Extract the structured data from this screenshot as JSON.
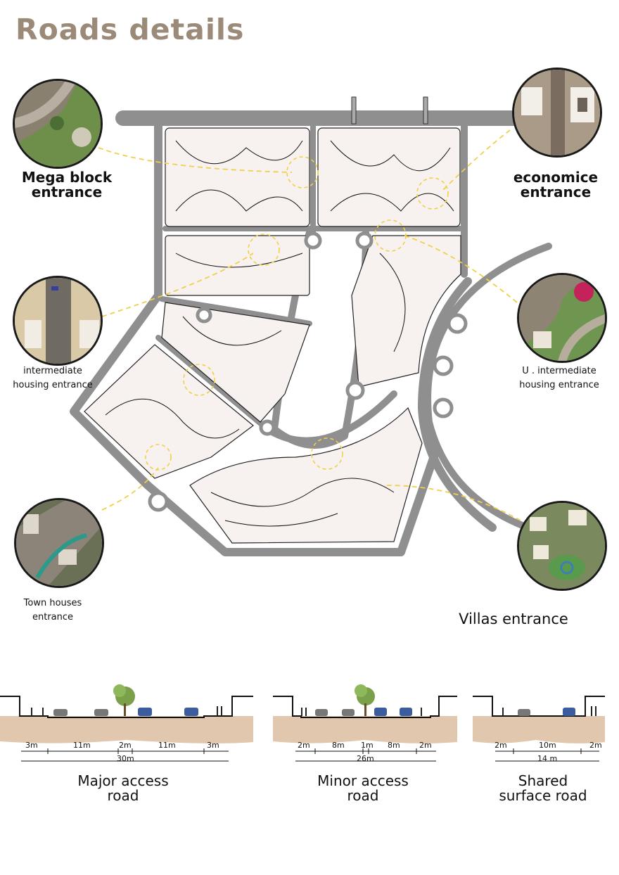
{
  "title": "Roads details",
  "entrances": {
    "mega_block": "Mega block entrance",
    "mega_block_l1": "Mega block",
    "mega_block_l2": "entrance",
    "economice_l1": "economice",
    "economice_l2": "entrance",
    "intermediate_l1": "intermediate",
    "intermediate_l2": "housing entrance",
    "u_intermediate_l1": "U . intermediate",
    "u_intermediate_l2": "housing entrance",
    "town_l1": "Town houses",
    "town_l2": "entrance",
    "villas": "Villas  entrance"
  },
  "sections": {
    "major": {
      "name_l1": "Major access",
      "name_l2": "road",
      "dims": [
        "3m",
        "11m",
        "2m",
        "11m",
        "3m"
      ],
      "total": "30m"
    },
    "minor": {
      "name_l1": "Minor access",
      "name_l2": "road",
      "dims": [
        "2m",
        "8m",
        "1m",
        "8m",
        "2m"
      ],
      "total": "26m"
    },
    "shared": {
      "name_l1": "Shared",
      "name_l2": "surface road",
      "dims": [
        "2m",
        "10m",
        "2m"
      ],
      "total": "14 m"
    }
  },
  "colors": {
    "title": "#9c8a78",
    "road": "#8f8f8f",
    "dash": "#f0d04a",
    "soil": "#d8b99a"
  }
}
